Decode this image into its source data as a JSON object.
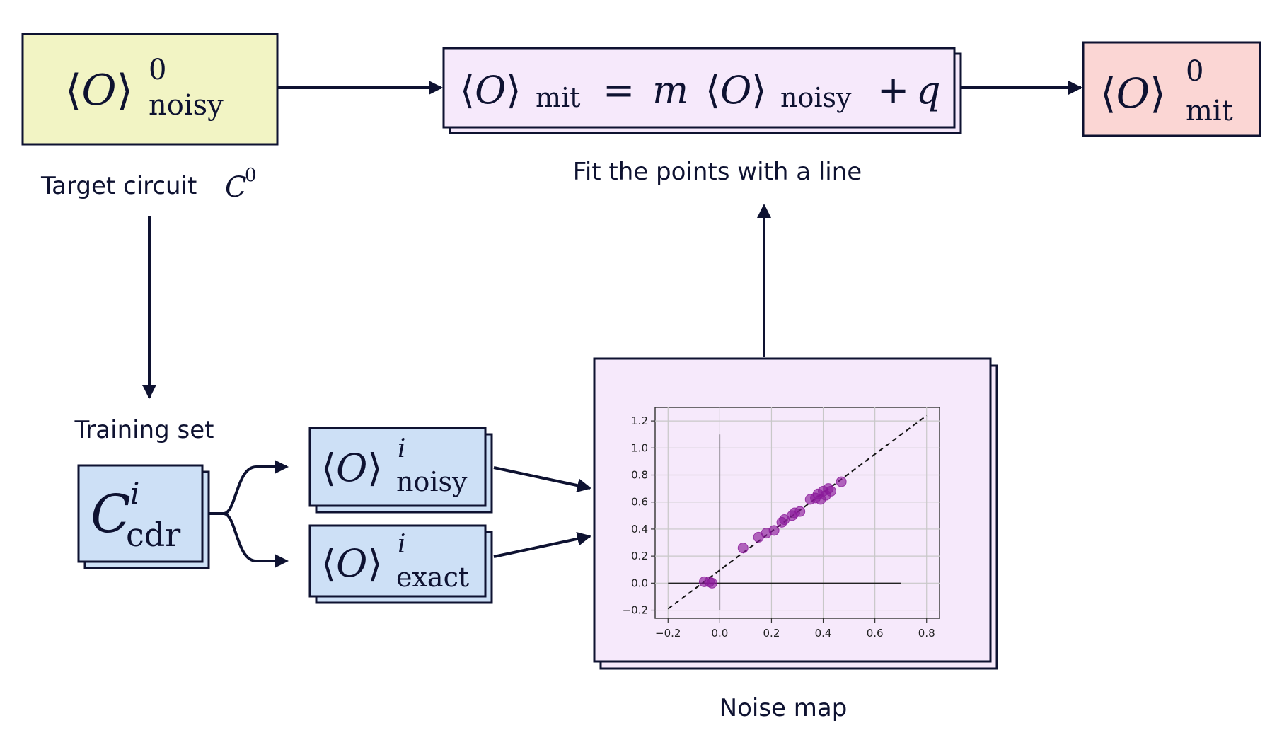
{
  "colors": {
    "ink": "#0e1231",
    "yellow_box": "#f2f4c4",
    "lavender_box": "#f6e9fb",
    "red_box": "#fbd6d4",
    "blue_box": "#cde0f6",
    "scatter_point": "#8b1a9a"
  },
  "labels": {
    "target_circuit": "Target circuit",
    "target_circuit_symbol": "C",
    "target_circuit_sup": "0",
    "fit_points": "Fit the points with a line",
    "training_set": "Training set",
    "noise_map": "Noise map"
  },
  "math": {
    "observable": "O",
    "noisy": "noisy",
    "mit": "mit",
    "exact": "exact",
    "cdr": "cdr",
    "sup_zero": "0",
    "sup_i": "i",
    "equals": "=",
    "m": "m",
    "plus": "+",
    "q": "q"
  },
  "chart_data": {
    "type": "scatter",
    "title": "",
    "xlabel": "",
    "ylabel": "",
    "xlim": [
      -0.25,
      0.85
    ],
    "ylim": [
      -0.26,
      1.3
    ],
    "xticks": [
      "−0.2",
      "0.0",
      "0.2",
      "0.4",
      "0.6",
      "0.8"
    ],
    "xtick_values": [
      -0.2,
      0.0,
      0.2,
      0.4,
      0.6,
      0.8
    ],
    "yticks": [
      "−0.2",
      "0.0",
      "0.2",
      "0.4",
      "0.6",
      "0.8",
      "1.0",
      "1.2"
    ],
    "ytick_values": [
      -0.2,
      0.0,
      0.2,
      0.4,
      0.6,
      0.8,
      1.0,
      1.2
    ],
    "grid": true,
    "fit_line": {
      "x": [
        -0.2,
        0.8
      ],
      "y": [
        -0.19,
        1.24
      ],
      "style": "dashed"
    },
    "axis_lines": {
      "x_range": [
        -0.2,
        0.7
      ],
      "y_range": [
        -0.2,
        1.1
      ]
    },
    "points": [
      {
        "x": -0.06,
        "y": 0.01
      },
      {
        "x": -0.04,
        "y": 0.01
      },
      {
        "x": -0.03,
        "y": 0.0
      },
      {
        "x": 0.09,
        "y": 0.26
      },
      {
        "x": 0.15,
        "y": 0.34
      },
      {
        "x": 0.18,
        "y": 0.37
      },
      {
        "x": 0.21,
        "y": 0.39
      },
      {
        "x": 0.24,
        "y": 0.45
      },
      {
        "x": 0.25,
        "y": 0.47
      },
      {
        "x": 0.28,
        "y": 0.5
      },
      {
        "x": 0.29,
        "y": 0.52
      },
      {
        "x": 0.31,
        "y": 0.53
      },
      {
        "x": 0.35,
        "y": 0.62
      },
      {
        "x": 0.37,
        "y": 0.63
      },
      {
        "x": 0.38,
        "y": 0.66
      },
      {
        "x": 0.39,
        "y": 0.62
      },
      {
        "x": 0.4,
        "y": 0.68
      },
      {
        "x": 0.41,
        "y": 0.65
      },
      {
        "x": 0.42,
        "y": 0.7
      },
      {
        "x": 0.43,
        "y": 0.68
      },
      {
        "x": 0.47,
        "y": 0.75
      }
    ]
  }
}
